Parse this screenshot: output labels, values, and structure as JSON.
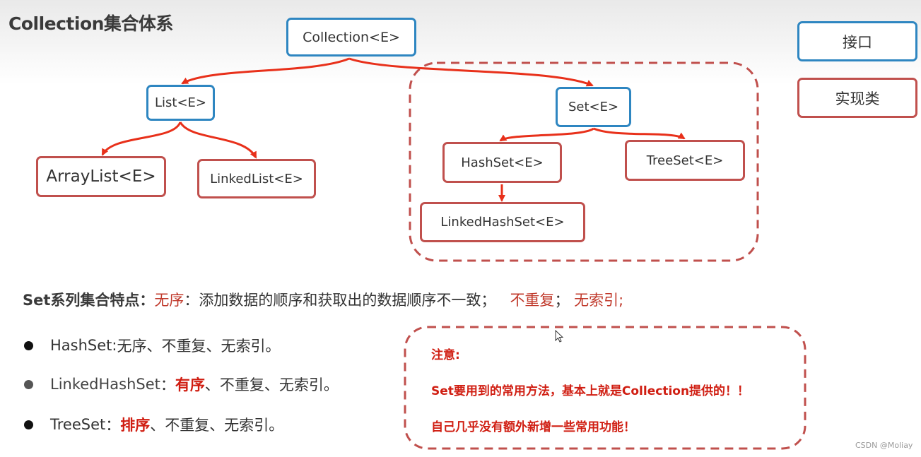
{
  "title": "Collection集合体系",
  "nodes": {
    "collection": "Collection<E>",
    "list": "List<E>",
    "set": "Set<E>",
    "arraylist": "ArrayList<E>",
    "linkedlist": "LinkedList<E>",
    "hashset": "HashSet<E>",
    "treeset": "TreeSet<E>",
    "linkedhashset": "LinkedHashSet<E>"
  },
  "legend": {
    "interface": "接口",
    "implementation": "实现类"
  },
  "feature": {
    "head": "Set系列集合特点：",
    "unordered": "无序",
    "unordered_desc": "：添加数据的顺序和获取出的数据顺序不一致；",
    "no_dup": "不重复",
    "sep": "；",
    "no_index": "无索引;"
  },
  "bullets": [
    {
      "name": "HashSet",
      "sep": " : ",
      "highlight": "",
      "rest": "无序、不重复、无索引。"
    },
    {
      "name": "LinkedHashSet",
      "sep": "：",
      "highlight": "有序",
      "rest": "、不重复、无索引。"
    },
    {
      "name": "TreeSet",
      "sep": "：",
      "highlight": "排序",
      "rest": "、不重复、无索引。"
    }
  ],
  "note": {
    "title": "注意:",
    "line1": "Set要用到的常用方法，基本上就是Collection提供的！！",
    "line2": "自己几乎没有额外新增一些常用功能！"
  },
  "watermark": "CSDN @Moliay",
  "colors": {
    "interface_border": "#2e86c1",
    "implementation_border": "#c0504d",
    "arrow": "#e8301a",
    "highlight_red": "#d01e12"
  }
}
